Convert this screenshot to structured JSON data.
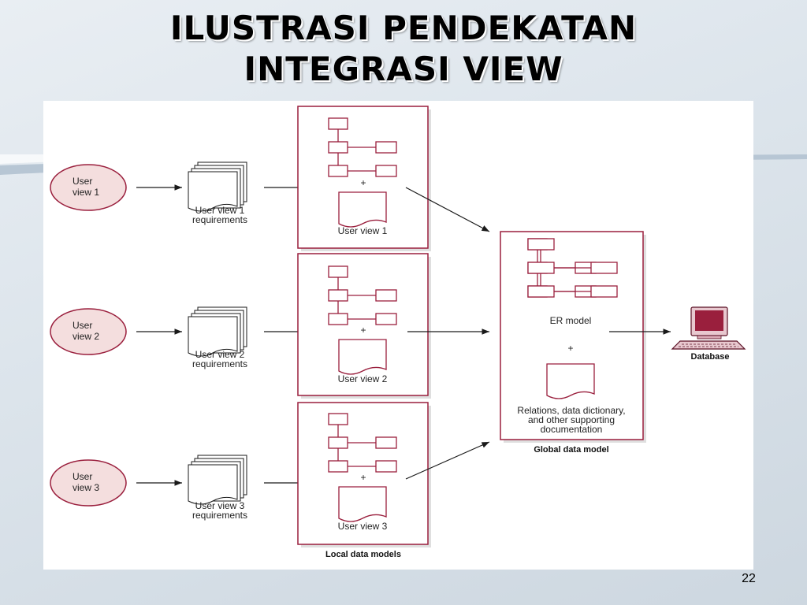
{
  "slide": {
    "title_line1": "ILUSTRASI PENDEKATAN",
    "title_line2": "INTEGRASI VIEW",
    "page_number": "22"
  },
  "diagram": {
    "user_views": [
      {
        "line1": "User",
        "line2": "view 1",
        "req1": "User view 1",
        "req2": "requirements",
        "local_label": "User view 1"
      },
      {
        "line1": "User",
        "line2": "view 2",
        "req1": "User view 2",
        "req2": "requirements",
        "local_label": "User view 2"
      },
      {
        "line1": "User",
        "line2": "view 3",
        "req1": "User view 3",
        "req2": "requirements",
        "local_label": "User view 3"
      }
    ],
    "plus": "+",
    "local_models_caption": "Local data models",
    "global": {
      "er_label": "ER model",
      "doc_line1": "Relations, data dictionary,",
      "doc_line2": "and other supporting",
      "doc_line3": "documentation",
      "caption": "Global data model"
    },
    "database_label": "Database"
  },
  "colors": {
    "accent": "#9a1f3d",
    "ellipse_fill": "#f4dede",
    "text": "#222222"
  }
}
